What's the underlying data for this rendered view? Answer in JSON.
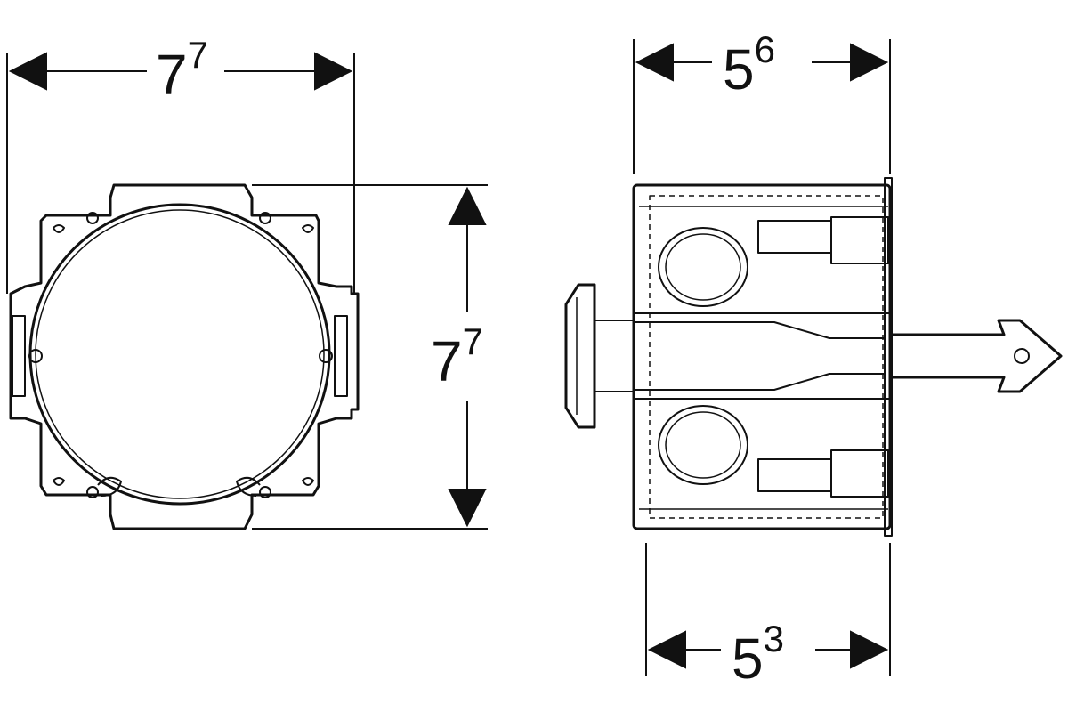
{
  "dimensions": {
    "front_width": {
      "base": "7",
      "sup": "7"
    },
    "front_height": {
      "base": "7",
      "sup": "7"
    },
    "side_depth_outer": {
      "base": "5",
      "sup": "6"
    },
    "side_depth_inner": {
      "base": "5",
      "sup": "3"
    }
  },
  "colors": {
    "line": "#111111",
    "background": "#ffffff"
  }
}
